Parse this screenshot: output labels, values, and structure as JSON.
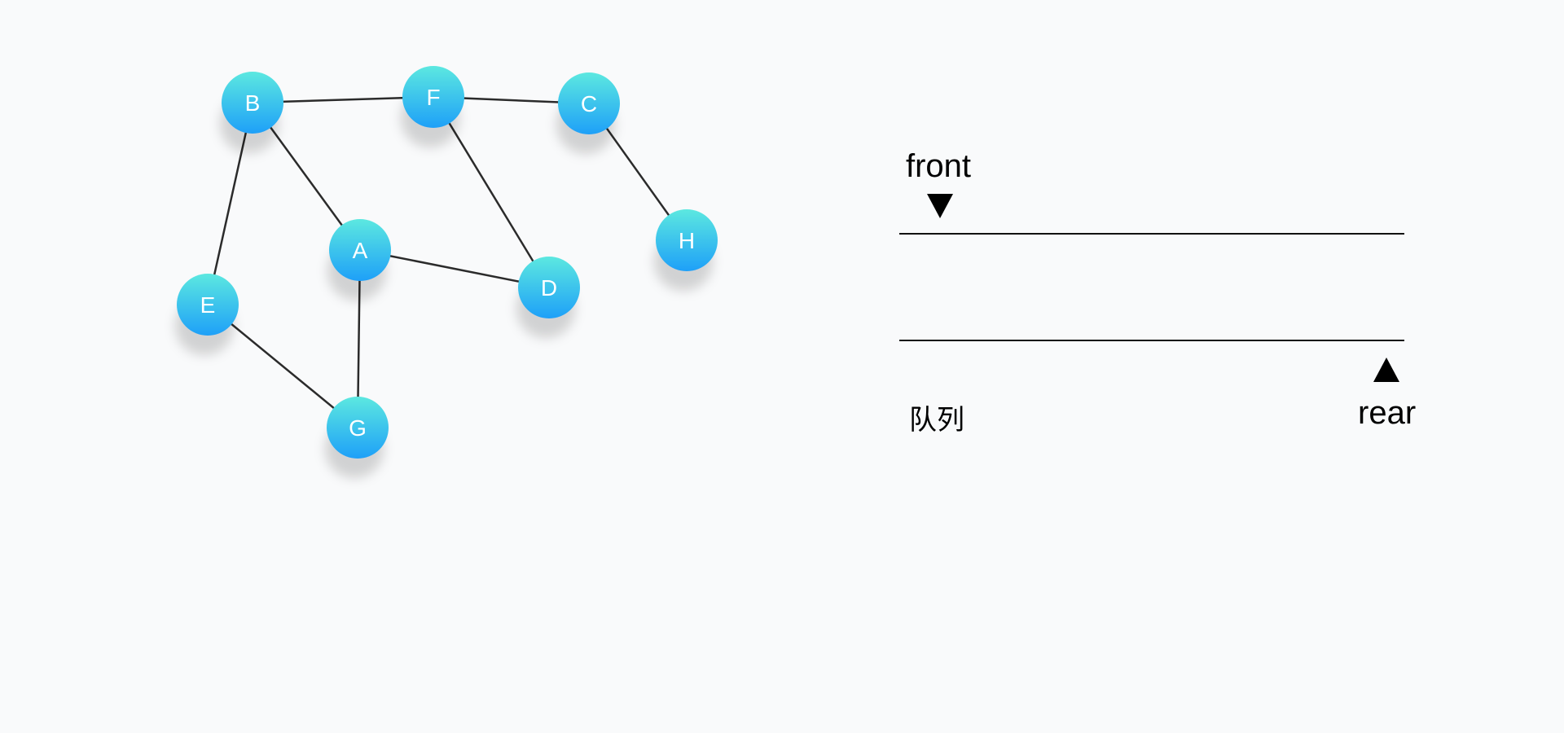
{
  "graph": {
    "nodes": [
      {
        "id": "A",
        "label": "A"
      },
      {
        "id": "B",
        "label": "B"
      },
      {
        "id": "C",
        "label": "C"
      },
      {
        "id": "D",
        "label": "D"
      },
      {
        "id": "E",
        "label": "E"
      },
      {
        "id": "F",
        "label": "F"
      },
      {
        "id": "G",
        "label": "G"
      },
      {
        "id": "H",
        "label": "H"
      }
    ],
    "edges": [
      [
        "B",
        "F"
      ],
      [
        "F",
        "C"
      ],
      [
        "B",
        "A"
      ],
      [
        "B",
        "E"
      ],
      [
        "F",
        "D"
      ],
      [
        "C",
        "H"
      ],
      [
        "A",
        "D"
      ],
      [
        "A",
        "G"
      ],
      [
        "E",
        "G"
      ]
    ],
    "colors": {
      "node_top": "#5ce8e0",
      "node_bottom": "#1ea0f8",
      "edge": "#2b2b2b",
      "label": "#ffffff"
    }
  },
  "queue": {
    "front_label": "front",
    "rear_label": "rear",
    "caption": "队列",
    "items": []
  }
}
